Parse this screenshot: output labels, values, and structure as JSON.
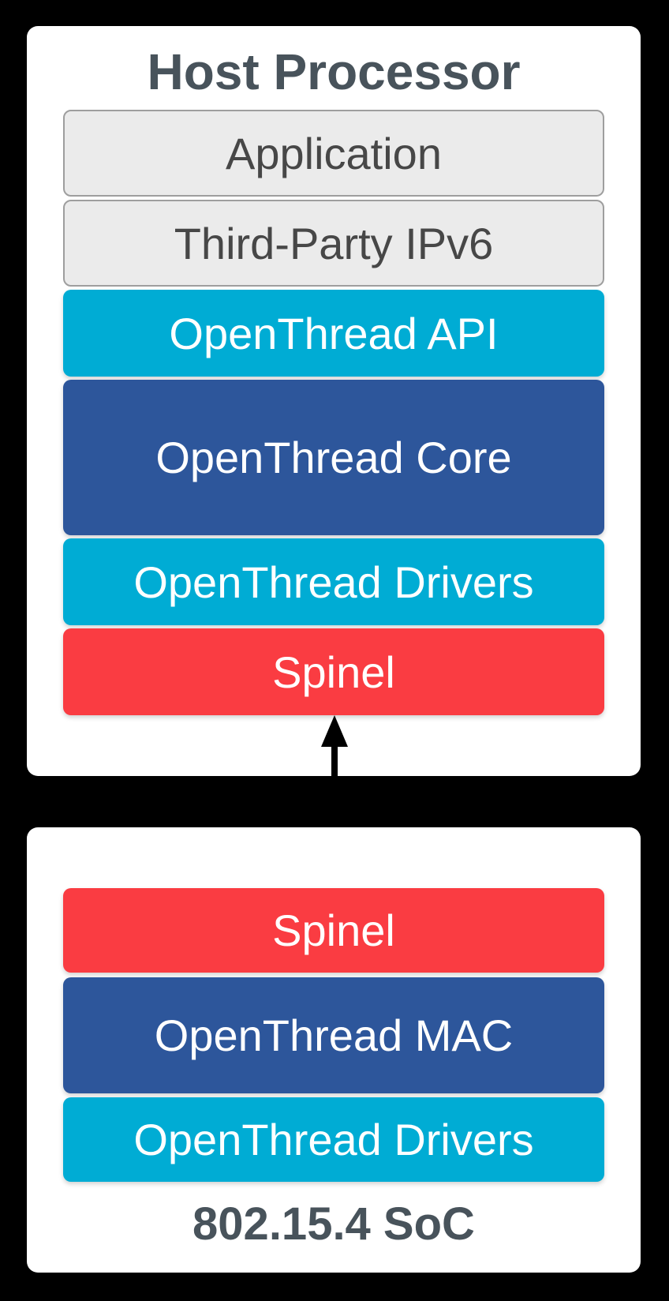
{
  "host": {
    "title": "Host Processor",
    "layers": [
      {
        "label": "Application",
        "type": "gray"
      },
      {
        "label": "Third-Party IPv6",
        "type": "gray"
      },
      {
        "label": "OpenThread API",
        "type": "cyan"
      },
      {
        "label": "OpenThread Core",
        "type": "blue"
      },
      {
        "label": "OpenThread Drivers",
        "type": "cyan"
      },
      {
        "label": "Spinel",
        "type": "red"
      }
    ]
  },
  "soc": {
    "title": "802.15.4 SoC",
    "layers": [
      {
        "label": "Spinel",
        "type": "red"
      },
      {
        "label": "OpenThread MAC",
        "type": "blue"
      },
      {
        "label": "OpenThread Drivers",
        "type": "cyan"
      }
    ]
  },
  "connector": {
    "name": "spinel-link-arrow",
    "style": "double-headed-vertical"
  },
  "colors": {
    "cyan": "#00ACD4",
    "blue": "#2D569B",
    "red": "#FA3C42",
    "grayFill": "#EBEBEB",
    "grayBorder": "#9E9E9E",
    "grayText": "#474747",
    "titleText": "#48535B",
    "cardBg": "#FFFFFF",
    "pageBg": "#000000",
    "arrow": "#000000"
  }
}
